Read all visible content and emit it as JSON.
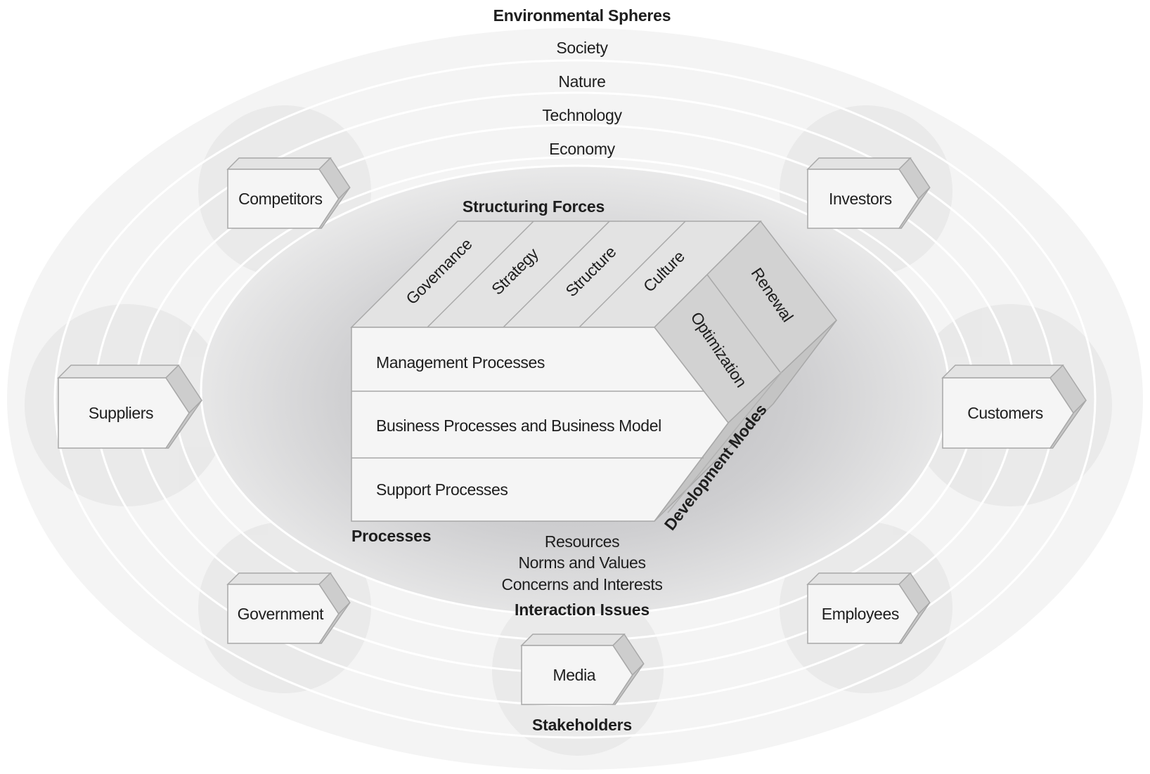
{
  "environmental_spheres": {
    "title": "Environmental Spheres",
    "rings": [
      "Society",
      "Nature",
      "Technology",
      "Economy"
    ]
  },
  "structuring_forces": {
    "title": "Structuring Forces",
    "items": [
      "Governance",
      "Strategy",
      "Structure",
      "Culture"
    ]
  },
  "processes": {
    "title": "Processes",
    "items": [
      "Management Processes",
      "Business Processes and Business Model",
      "Support Processes"
    ]
  },
  "development_modes": {
    "title": "Development Modes",
    "items": [
      "Optimization",
      "Renewal"
    ]
  },
  "interaction_issues": {
    "title": "Interaction Issues",
    "items": [
      "Resources",
      "Norms and Values",
      "Concerns and Interests"
    ]
  },
  "stakeholders": {
    "title": "Stakeholders",
    "items": [
      "Competitors",
      "Investors",
      "Suppliers",
      "Customers",
      "Government",
      "Employees",
      "Media"
    ]
  },
  "colors": {
    "ring_fill": "#f4f4f4",
    "ring_line": "#ffffff",
    "stakeholder_circle": "#e8e8e8",
    "core_center": "#b9b9bc",
    "core_edge": "#ececec",
    "box_face": "#f5f5f5",
    "box_top": "#e4e4e4",
    "box_side": "#cfcfcf",
    "stroke": "#a8a8a8",
    "text": "#1e1e1e"
  }
}
